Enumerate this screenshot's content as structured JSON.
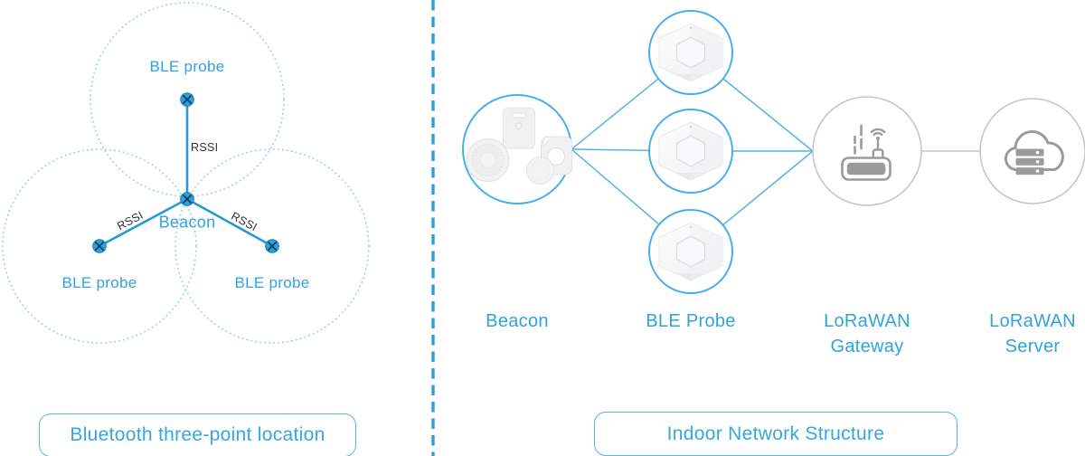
{
  "left_panel": {
    "title": "Bluetooth three-point location",
    "beacon_label": "Beacon",
    "probe_top_label": "BLE probe",
    "probe_left_label": "BLE probe",
    "probe_right_label": "BLE probe",
    "rssi_top": "RSSI",
    "rssi_left": "RSSI",
    "rssi_right": "RSSI"
  },
  "right_panel": {
    "title": "Indoor Network Structure",
    "beacon_label": "Beacon",
    "probe_label": "BLE Probe",
    "gateway_label_line1": "LoRaWAN",
    "gateway_label_line2": "Gateway",
    "server_label_line1": "LoRaWAN",
    "server_label_line2": "Server"
  },
  "icons": [
    "node-cross-marker-icon",
    "beacon-devices-icon",
    "ble-probe-hexagon-icon",
    "lorawan-gateway-router-icon",
    "cloud-server-icon"
  ],
  "colors": {
    "left_line_blue": "#2598d5",
    "node_fill_blue": "#2ba2dc",
    "node_cross_navy": "#123c5a",
    "dotted_circle_blue": "#8ecbee",
    "right_line_blue": "#54b2e4",
    "circle_stroke_blue": "#4aaee8",
    "gray_circle_border": "#c6c6c6",
    "icon_gray": "#9b9b9b",
    "label_blue": "#2fa3dc",
    "title_blue": "#35a7e0",
    "divider_blue": "#2d9fd8",
    "rssi_text": "#333333"
  }
}
